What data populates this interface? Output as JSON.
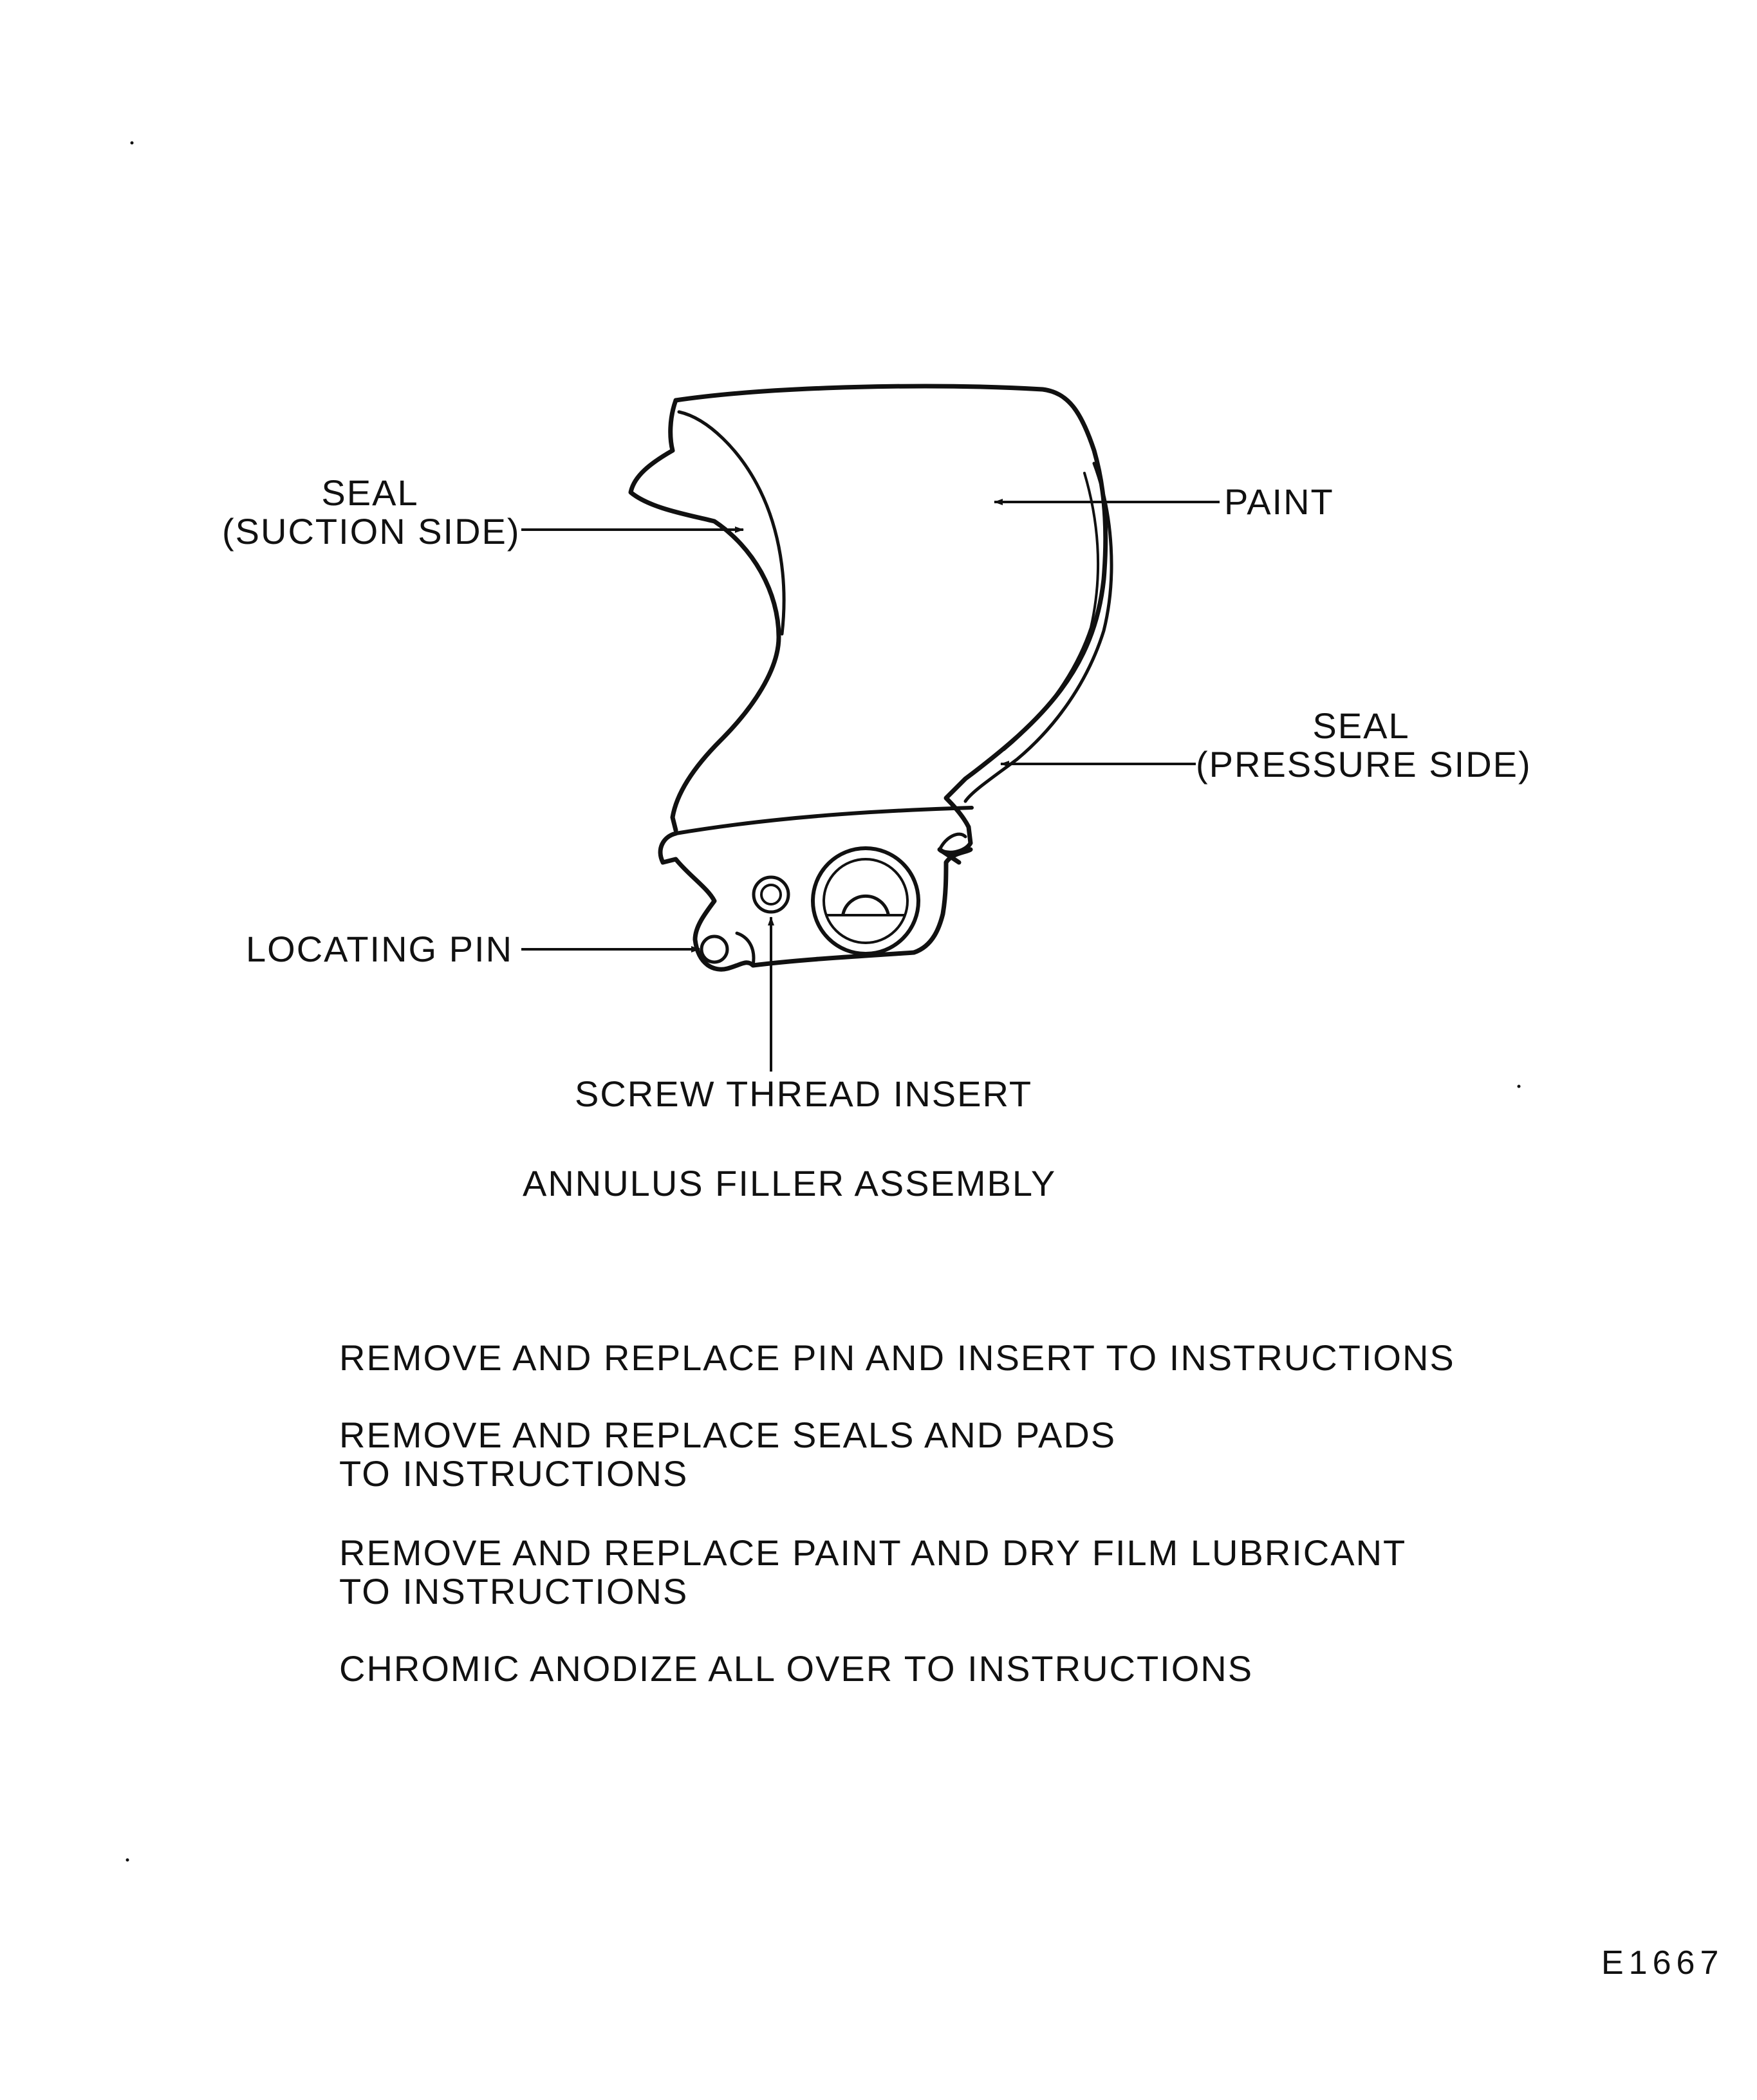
{
  "labels": {
    "seal_suction_line1": "SEAL",
    "seal_suction_line2": "(SUCTION SIDE)",
    "paint": "PAINT",
    "seal_pressure_line1": "SEAL",
    "seal_pressure_line2": "(PRESSURE SIDE)",
    "locating_pin": "LOCATING PIN",
    "screw_thread_insert": "SCREW THREAD INSERT"
  },
  "caption": "ANNULUS FILLER ASSEMBLY",
  "instructions": [
    "REMOVE AND REPLACE PIN AND INSERT TO INSTRUCTIONS",
    "REMOVE AND REPLACE SEALS AND PADS\nTO INSTRUCTIONS",
    "REMOVE AND REPLACE PAINT AND DRY FILM LUBRICANT\nTO INSTRUCTIONS",
    "CHROMIC ANODIZE ALL OVER TO INSTRUCTIONS"
  ],
  "document_id": "E1667"
}
